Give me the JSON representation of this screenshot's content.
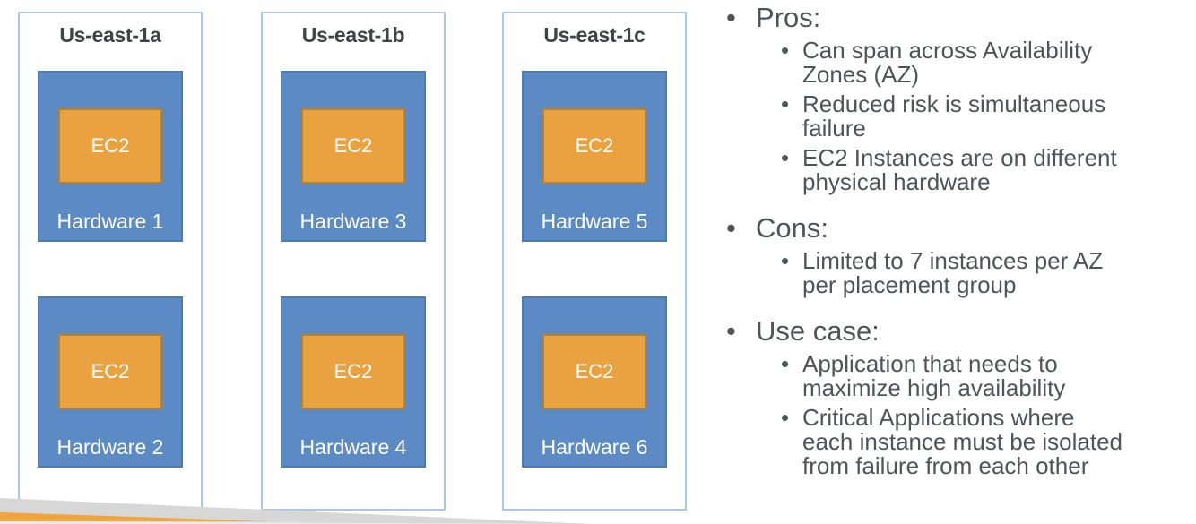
{
  "slide": {
    "zones": [
      {
        "title": "Us-east-1a",
        "hardware": [
          {
            "name": "Hardware 1",
            "instance": "EC2"
          },
          {
            "name": "Hardware 2",
            "instance": "EC2"
          }
        ]
      },
      {
        "title": "Us-east-1b",
        "hardware": [
          {
            "name": "Hardware 3",
            "instance": "EC2"
          },
          {
            "name": "Hardware 4",
            "instance": "EC2"
          }
        ]
      },
      {
        "title": "Us-east-1c",
        "hardware": [
          {
            "name": "Hardware 5",
            "instance": "EC2"
          },
          {
            "name": "Hardware 6",
            "instance": "EC2"
          }
        ]
      }
    ],
    "notes": {
      "sections": [
        {
          "label": "Pros:",
          "items": [
            {
              "lines": [
                "Can span across Availability",
                "Zones (AZ)"
              ]
            },
            {
              "lines": [
                "Reduced risk is simultaneous",
                "failure"
              ]
            },
            {
              "lines": [
                "EC2 Instances are on different",
                "physical hardware"
              ]
            }
          ]
        },
        {
          "label": "Cons:",
          "items": [
            {
              "lines": [
                "Limited to 7 instances per AZ",
                "per placement group"
              ]
            }
          ]
        },
        {
          "label": "Use case:",
          "items": [
            {
              "lines": [
                "Application that needs to",
                "maximize high availability"
              ]
            },
            {
              "lines": [
                "Critical Applications where",
                "each instance must be isolated",
                "from failure from each other"
              ]
            }
          ]
        }
      ]
    },
    "colors": {
      "hardware_fill": "#5c8ac5",
      "hardware_border": "#4d7ab2",
      "instance_fill": "#e9a23f",
      "instance_border": "#bd7f24",
      "zone_border": "#a7c6e8",
      "notes_text": "#4e5458",
      "zone_title_text": "#3f4345",
      "deco_gray": "#d7d7d7",
      "deco_light_gray": "#e9e9e9",
      "deco_orange": "#f0a43c"
    }
  }
}
